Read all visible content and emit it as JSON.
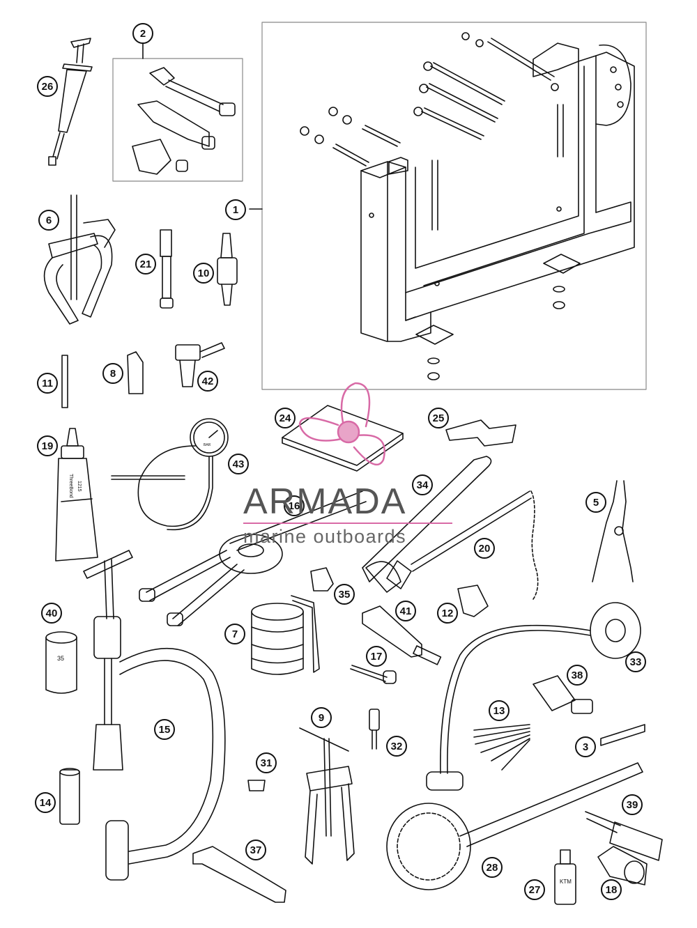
{
  "watermark": {
    "brand": "ARMADA",
    "tagline": "marine outboards",
    "accent_color": "#d86aa6"
  },
  "callouts": [
    "1",
    "2",
    "3",
    "5",
    "6",
    "7",
    "8",
    "9",
    "10",
    "11",
    "12",
    "13",
    "14",
    "15",
    "16",
    "17",
    "18",
    "19",
    "20",
    "21",
    "24",
    "25",
    "26",
    "27",
    "28",
    "31",
    "32",
    "33",
    "34",
    "35",
    "37",
    "38",
    "39",
    "40",
    "41",
    "42",
    "43"
  ],
  "tools": {
    "tube_brand": "ThreeBond",
    "tube_code": "1215",
    "gauge_unit": "BAR",
    "socket_size": "35",
    "small_bottle_label": "KTM"
  }
}
